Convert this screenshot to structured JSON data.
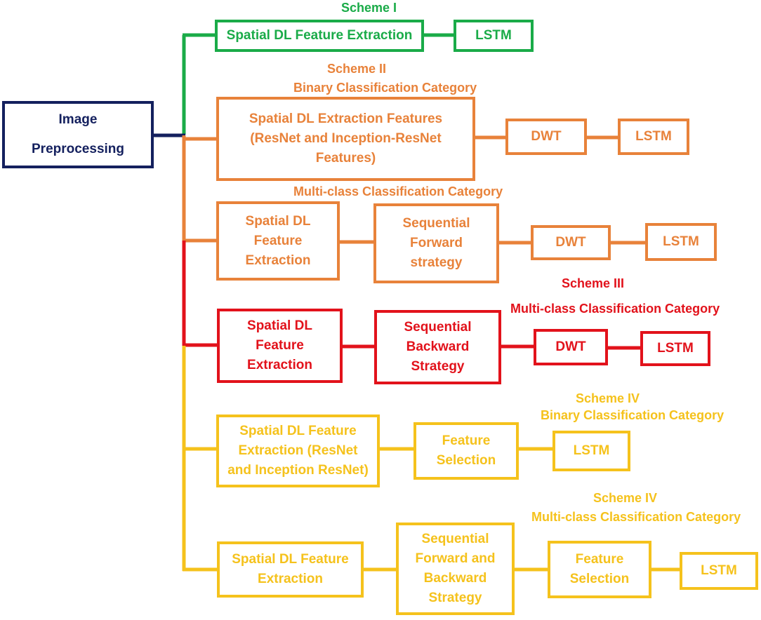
{
  "colors": {
    "navy": "#14205e",
    "green": "#1aab48",
    "orange": "#e8823a",
    "red": "#e2121b",
    "yellow": "#f5c21c"
  },
  "input": {
    "line1": "Image",
    "line2": "Preprocessing"
  },
  "scheme1": {
    "title": "Scheme I",
    "feature": "Spatial DL Feature Extraction",
    "lstm": "LSTM"
  },
  "scheme2": {
    "title": "Scheme II",
    "binary": {
      "category": "Binary Classification Category",
      "feature": [
        "Spatial DL Extraction Features",
        "(ResNet and Inception-ResNet",
        "Features)"
      ],
      "dwt": "DWT",
      "lstm": "LSTM"
    },
    "multi": {
      "category": "Multi-class Classification Category",
      "feature": [
        "Spatial DL",
        "Feature",
        "Extraction"
      ],
      "strategy": [
        "Sequential",
        "Forward",
        "strategy"
      ],
      "dwt": "DWT",
      "lstm": "LSTM"
    }
  },
  "scheme3": {
    "title": "Scheme III",
    "category": "Multi-class Classification Category",
    "feature": [
      "Spatial DL",
      "Feature",
      "Extraction"
    ],
    "strategy": [
      "Sequential",
      "Backward",
      "Strategy"
    ],
    "dwt": "DWT",
    "lstm": "LSTM"
  },
  "scheme4": {
    "binary": {
      "title": "Scheme IV",
      "category": "Binary Classification Category",
      "feature": [
        "Spatial DL Feature",
        "Extraction (ResNet",
        "and Inception ResNet)"
      ],
      "selection": [
        "Feature",
        "Selection"
      ],
      "lstm": "LSTM"
    },
    "multi": {
      "title": "Scheme IV",
      "category": "Multi-class Classification Category",
      "feature": [
        "Spatial DL Feature",
        "Extraction"
      ],
      "strategy": [
        "Sequential",
        "Forward and",
        "Backward",
        "Strategy"
      ],
      "selection": [
        "Feature",
        "Selection"
      ],
      "lstm": "LSTM"
    }
  }
}
